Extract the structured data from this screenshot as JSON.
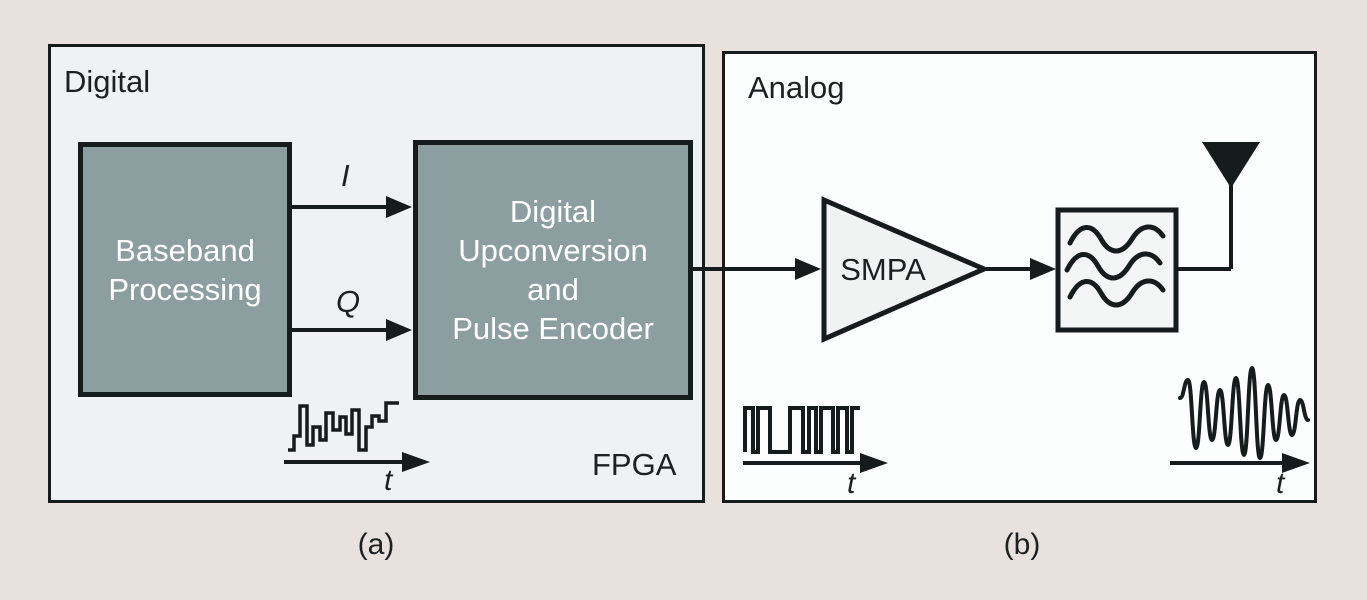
{
  "figure": {
    "panel_a": {
      "label": "Digital",
      "chip_label": "FPGA",
      "caption": "(a)",
      "baseband_block": {
        "line1": "Baseband",
        "line2": "Processing"
      },
      "upconverter_block": {
        "line1": "Digital",
        "line2": "Upconversion",
        "line3": "and",
        "line4": "Pulse Encoder"
      },
      "i_label": "I",
      "q_label": "Q",
      "time_label": "t"
    },
    "panel_b": {
      "label": "Analog",
      "caption": "(b)",
      "amplifier_label": "SMPA",
      "pulse_time_label": "t",
      "rf_time_label": "t"
    },
    "colors": {
      "page_background": "#e8e1dd",
      "digital_panel_fill": "#eff2f2",
      "analog_panel_fill": "#fcfdfd",
      "block_fill": "#8d9ea1",
      "line_color": "#161b1b",
      "block_text": "#ffffff"
    }
  }
}
